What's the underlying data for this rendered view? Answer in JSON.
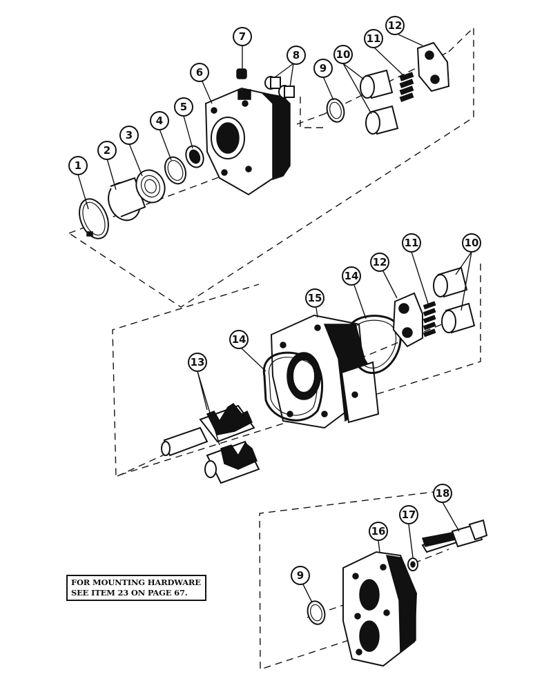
{
  "callouts": [
    {
      "id": "c1",
      "label": "1"
    },
    {
      "id": "c2",
      "label": "2"
    },
    {
      "id": "c3",
      "label": "3"
    },
    {
      "id": "c4",
      "label": "4"
    },
    {
      "id": "c5",
      "label": "5"
    },
    {
      "id": "c6",
      "label": "6"
    },
    {
      "id": "c7",
      "label": "7"
    },
    {
      "id": "c8",
      "label": "8"
    },
    {
      "id": "c9a",
      "label": "9"
    },
    {
      "id": "c10a",
      "label": "10"
    },
    {
      "id": "c11a",
      "label": "11"
    },
    {
      "id": "c12a",
      "label": "12"
    },
    {
      "id": "c11b",
      "label": "11"
    },
    {
      "id": "c10b",
      "label": "10"
    },
    {
      "id": "c12b",
      "label": "12"
    },
    {
      "id": "c14a",
      "label": "14"
    },
    {
      "id": "c15",
      "label": "15"
    },
    {
      "id": "c14b",
      "label": "14"
    },
    {
      "id": "c13",
      "label": "13"
    },
    {
      "id": "c18",
      "label": "18"
    },
    {
      "id": "c17",
      "label": "17"
    },
    {
      "id": "c16",
      "label": "16"
    },
    {
      "id": "c9b",
      "label": "9"
    }
  ],
  "note": {
    "line1": "FOR MOUNTING HARDWARE",
    "line2": "SEE ITEM 23 ON PAGE 67."
  }
}
